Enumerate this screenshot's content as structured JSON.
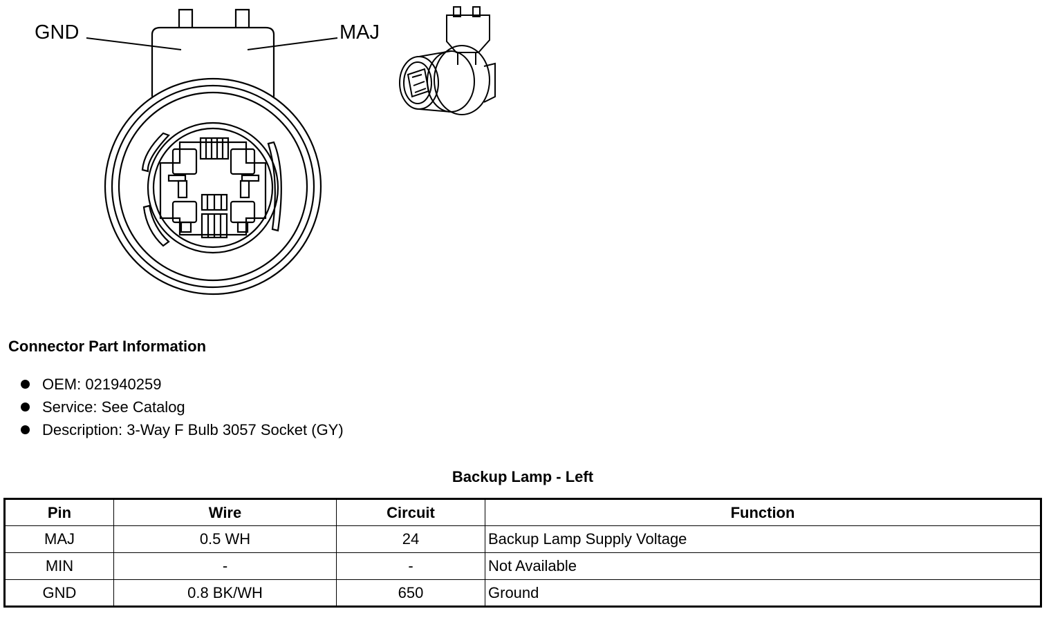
{
  "diagram": {
    "callout_gnd": "GND",
    "callout_maj": "MAJ",
    "connector_face_icon": "bulb-socket-face-view",
    "connector_iso_icon": "bulb-socket-isometric-view"
  },
  "connector_info": {
    "heading": "Connector Part Information",
    "items": [
      "OEM: 021940259",
      "Service: See Catalog",
      "Description: 3-Way F Bulb 3057 Socket (GY)"
    ]
  },
  "pin_table": {
    "title": "Backup Lamp - Left",
    "headers": [
      "Pin",
      "Wire",
      "Circuit",
      "Function"
    ],
    "rows": [
      [
        "MAJ",
        "0.5 WH",
        "24",
        "Backup Lamp Supply Voltage"
      ],
      [
        "MIN",
        "-",
        "-",
        "Not Available"
      ],
      [
        "GND",
        "0.8 BK/WH",
        "650",
        "Ground"
      ]
    ]
  }
}
